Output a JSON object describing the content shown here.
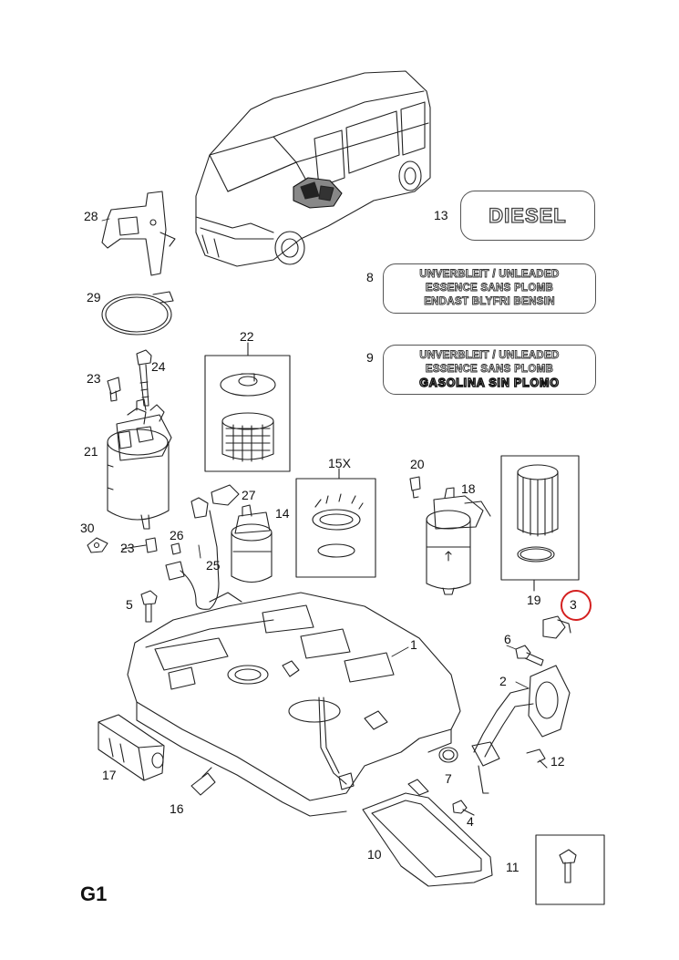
{
  "page_code": "G1",
  "labels": {
    "diesel": "DIESEL",
    "unleaded_8": [
      "UNVERBLEIT / UNLEADED",
      "ESSENCE SANS PLOMB",
      "ENDAST BLYFRI BENSIN"
    ],
    "unleaded_9": [
      "UNVERBLEIT / UNLEADED",
      "ESSENCE SANS PLOMB",
      "GASOLINA SIN PLOMO"
    ]
  },
  "callouts": {
    "c1": "1",
    "c2": "2",
    "c3": "3",
    "c4": "4",
    "c5": "5",
    "c6": "6",
    "c7": "7",
    "c8": "8",
    "c9": "9",
    "c10": "10",
    "c11": "11",
    "c12": "12",
    "c13": "13",
    "c14": "14",
    "c15x": "15X",
    "c16": "16",
    "c17": "17",
    "c18": "18",
    "c19": "19",
    "c20": "20",
    "c21": "21",
    "c22": "22",
    "c23a": "23",
    "c23b": "23",
    "c24": "24",
    "c25": "25",
    "c26": "26",
    "c27": "27",
    "c28": "28",
    "c29": "29",
    "c30": "30"
  },
  "highlight_color": "#d42020",
  "line_color": "#222222"
}
